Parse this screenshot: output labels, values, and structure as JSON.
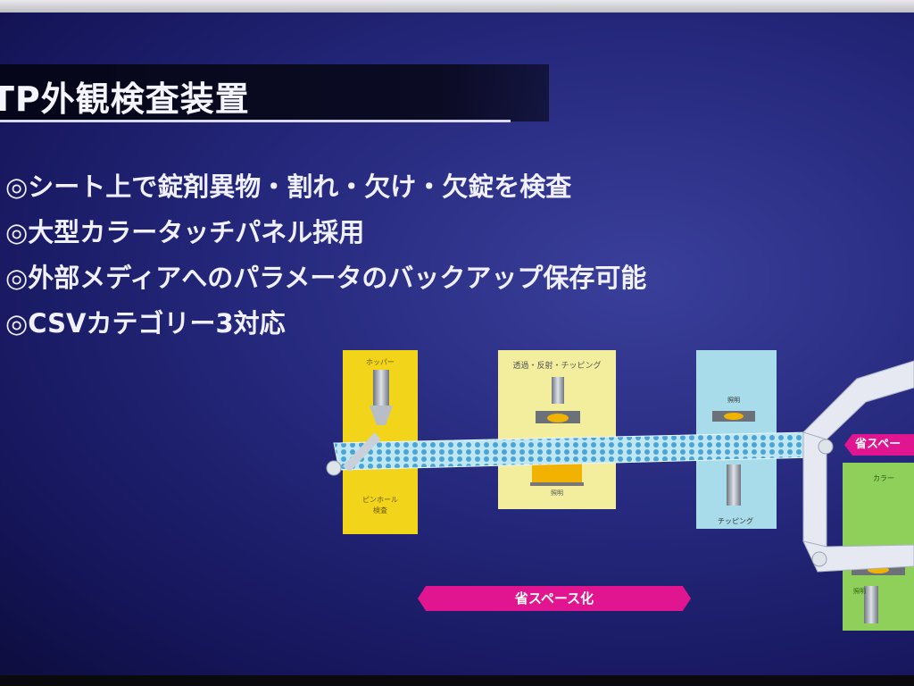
{
  "slide": {
    "title": "TP外観検査装置",
    "bullets": [
      "◎シート上で錠剤異物・割れ・欠け・欠錠を検査",
      "◎大型カラータッチパネル採用",
      "◎外部メディアへのパラメータのバックアップ保存可能",
      "◎CSVカテゴリー3対応"
    ]
  },
  "diagram": {
    "panel1_top_label": "ホッパー",
    "panel1_bottom_label": "ピンホール\n検査",
    "panel2_top_label": "透過・反射・チッピング",
    "panel2_bottom_label": "照明",
    "panel3_top_label": "照明",
    "panel3_bottom_label": "チッピング",
    "panel4_top_label": "カラー",
    "panel4_bottom_label": "照明",
    "space_saving_label": "省スペース化",
    "space_saving_right_label": "省スペー"
  },
  "colors": {
    "yellow_panel": "#f2d51a",
    "cream_panel": "#f3ee9e",
    "blue_panel": "#a9dcea",
    "green_panel": "#8fd05a",
    "magenta_tag": "#e0158f",
    "screen_bg": "#24277a"
  }
}
